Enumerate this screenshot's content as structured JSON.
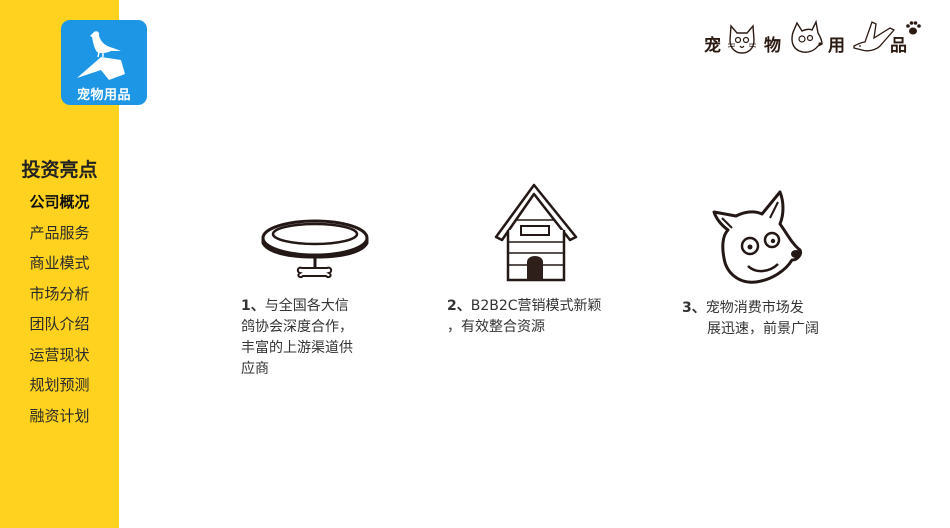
{
  "logo": {
    "text": "宠物用品",
    "icon": "pigeon-icon",
    "color": "#1E96E6"
  },
  "sidebar": {
    "color": "#FFD21F",
    "heading": "投资亮点",
    "items": [
      {
        "label": "公司概况",
        "active": true
      },
      {
        "label": "产品服务",
        "active": false
      },
      {
        "label": "商业模式",
        "active": false
      },
      {
        "label": "市场分析",
        "active": false
      },
      {
        "label": "团队介绍",
        "active": false
      },
      {
        "label": "运营现状",
        "active": false
      },
      {
        "label": "规划预测",
        "active": false
      },
      {
        "label": "融资计划",
        "active": false
      }
    ]
  },
  "brand": {
    "chars": [
      "宠",
      "物",
      "用",
      "品"
    ],
    "icons": [
      "cat-face-icon",
      "dog-face-icon",
      "bird-icon",
      "paw-icon"
    ]
  },
  "highlights": [
    {
      "icon": "collar-icon",
      "number": "1、",
      "lines": [
        "与全国各大信",
        "鸽协会深度合作，",
        "丰富的上游渠道供",
        "应商"
      ]
    },
    {
      "icon": "doghouse-icon",
      "number": "2、",
      "lines": [
        "B2B2C营销模式新颖",
        "，有效整合资源"
      ]
    },
    {
      "icon": "dog-head-icon",
      "number": "3、",
      "lines": [
        "宠物消费市场发",
        "展迅速，前景广阔"
      ]
    }
  ]
}
